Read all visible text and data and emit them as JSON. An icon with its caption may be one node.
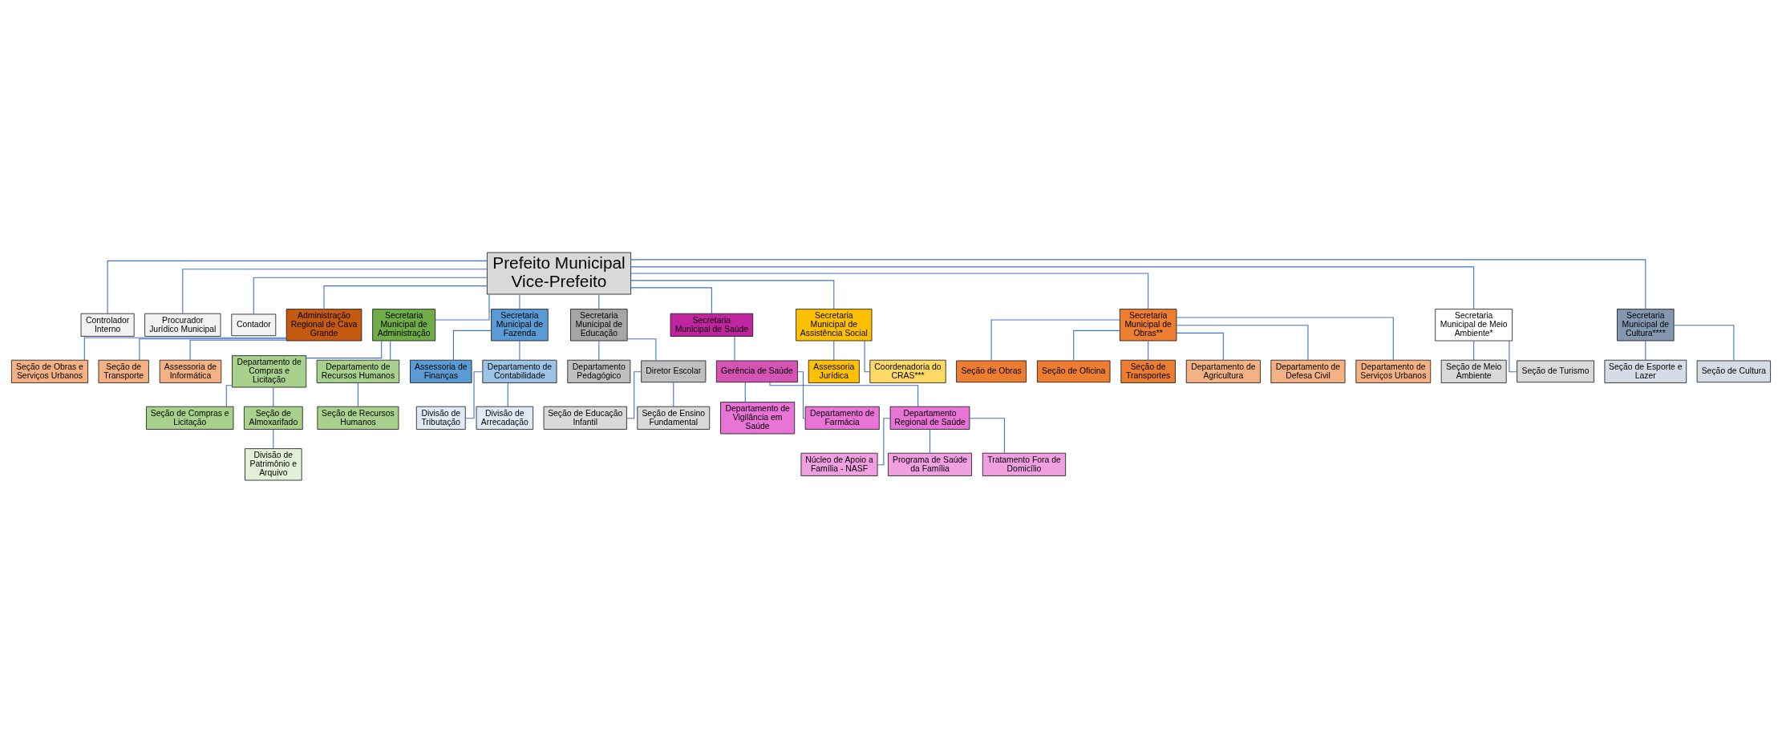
{
  "diagram": {
    "nodes": [
      {
        "text": [
          "Prefeito Municipal",
          "Vice-Prefeito"
        ]
      },
      {
        "text": [
          "Controlador Interno"
        ]
      },
      {
        "text": [
          "Procurador Jurídico Municipal"
        ]
      },
      {
        "text": [
          "Contador"
        ]
      },
      {
        "text": [
          "Administração Regional de Cava Grande"
        ]
      },
      {
        "text": [
          "Seção de Obras e Serviços Urbanos"
        ]
      },
      {
        "text": [
          "Seção de Transporte"
        ]
      },
      {
        "text": [
          "Assessoria de Informática"
        ]
      },
      {
        "text": [
          "Secretaria Municipal de Administração"
        ]
      },
      {
        "text": [
          "Secretaria Municipal de Fazenda"
        ]
      },
      {
        "text": [
          "Secretaria Municipal de Educação"
        ]
      },
      {
        "text": [
          "Secretaria Municipal de Saúde"
        ]
      },
      {
        "text": [
          "Secretaria Municipal de Assistência Social"
        ]
      },
      {
        "text": [
          "Secretaria Municipal de Obras**"
        ]
      },
      {
        "text": [
          "Secretaria Municipal de Meio Ambiente*"
        ]
      },
      {
        "text": [
          "Secretaria Municipal de Cultura****"
        ]
      },
      {
        "text": [
          "Departamento de Compras e Licitação"
        ]
      },
      {
        "text": [
          "Seção de Compras e Licitação"
        ]
      },
      {
        "text": [
          "Seção de Almoxarifado"
        ]
      },
      {
        "text": [
          "Divisão de Patrimônio e Arquivo"
        ]
      },
      {
        "text": [
          "Departamento de Recursos Humanos"
        ]
      },
      {
        "text": [
          "Seção de Recursos Humanos"
        ]
      },
      {
        "text": [
          "Assessoria de Finanças"
        ]
      },
      {
        "text": [
          "Departamento de Contabilidade"
        ]
      },
      {
        "text": [
          "Divisão de Tributação"
        ]
      },
      {
        "text": [
          "Divisão de Arrecadação"
        ]
      },
      {
        "text": [
          "Departamento Pedagógico"
        ]
      },
      {
        "text": [
          "Diretor Escolar"
        ]
      },
      {
        "text": [
          "Seção de Educação Infantil"
        ]
      },
      {
        "text": [
          "Seção de Ensino Fundamental"
        ]
      },
      {
        "text": [
          "Gerência de Saúde"
        ]
      },
      {
        "text": [
          "Departamento de Vigilância em Saúde"
        ]
      },
      {
        "text": [
          "Departamento de Farmácia"
        ]
      },
      {
        "text": [
          "Departamento Regional de Saúde"
        ]
      },
      {
        "text": [
          "Núcleo de Apoio a Família - NASF"
        ]
      },
      {
        "text": [
          "Programa de Saúde da Família"
        ]
      },
      {
        "text": [
          "Tratamento Fora de Domicílio"
        ]
      },
      {
        "text": [
          "Assessoria Jurídica"
        ]
      },
      {
        "text": [
          "Coordenadoria do CRAS***"
        ]
      },
      {
        "text": [
          "Seção de Obras"
        ]
      },
      {
        "text": [
          "Seção de Oficina"
        ]
      },
      {
        "text": [
          "Seção de Transportes"
        ]
      },
      {
        "text": [
          "Departamento de Agricultura"
        ]
      },
      {
        "text": [
          "Departamento de Defesa Civil"
        ]
      },
      {
        "text": [
          "Departamento de Serviços Urbanos"
        ]
      },
      {
        "text": [
          "Seção de Meio Ambiente"
        ]
      },
      {
        "text": [
          "Seção de Turismo"
        ]
      },
      {
        "text": [
          "Seção de Esporte e Lazer"
        ]
      },
      {
        "text": [
          "Seção de Cultura"
        ]
      }
    ],
    "edges": [
      {
        "from": 0,
        "to": 1,
        "arrow": "none"
      },
      {
        "from": 0,
        "to": 2,
        "arrow": "none"
      },
      {
        "from": 0,
        "to": 3,
        "arrow": "none"
      },
      {
        "from": 0,
        "to": 4,
        "arrow": "none"
      },
      {
        "from": 4,
        "to": 5,
        "arrow": "none"
      },
      {
        "from": 4,
        "to": 6,
        "arrow": "none"
      },
      {
        "from": 4,
        "to": 7,
        "arrow": "none"
      },
      {
        "from": 0,
        "to": 8,
        "arrow": "none"
      },
      {
        "from": 0,
        "to": 9,
        "arrow": "none"
      },
      {
        "from": 0,
        "to": 10,
        "arrow": "none"
      },
      {
        "from": 0,
        "to": 11,
        "arrow": "none"
      },
      {
        "from": 0,
        "to": 12,
        "arrow": "none"
      },
      {
        "from": 0,
        "to": 13,
        "arrow": "none"
      },
      {
        "from": 0,
        "to": 14,
        "arrow": "none"
      },
      {
        "from": 0,
        "to": 15,
        "arrow": "none"
      },
      {
        "from": 8,
        "to": 16,
        "arrow": "none"
      },
      {
        "from": 16,
        "to": 17,
        "arrow": "none"
      },
      {
        "from": 16,
        "to": 18,
        "arrow": "none"
      },
      {
        "from": 18,
        "to": 19,
        "arrow": "none"
      },
      {
        "from": 8,
        "to": 20,
        "arrow": "none"
      },
      {
        "from": 20,
        "to": 21,
        "arrow": "none"
      },
      {
        "from": 9,
        "to": 22,
        "arrow": "none"
      },
      {
        "from": 9,
        "to": 23,
        "arrow": "none"
      },
      {
        "from": 23,
        "to": 24,
        "arrow": "none"
      },
      {
        "from": 23,
        "to": 25,
        "arrow": "none"
      },
      {
        "from": 10,
        "to": 26,
        "arrow": "none"
      },
      {
        "from": 10,
        "to": 27,
        "arrow": "none"
      },
      {
        "from": 27,
        "to": 28,
        "arrow": "none"
      },
      {
        "from": 27,
        "to": 29,
        "arrow": "none"
      },
      {
        "from": 11,
        "to": 30,
        "arrow": "none"
      },
      {
        "from": 30,
        "to": 31,
        "arrow": "none"
      },
      {
        "from": 30,
        "to": 32,
        "arrow": "none"
      },
      {
        "from": 30,
        "to": 33,
        "arrow": "none"
      },
      {
        "from": 33,
        "to": 34,
        "arrow": "none"
      },
      {
        "from": 33,
        "to": 35,
        "arrow": "none"
      },
      {
        "from": 33,
        "to": 36,
        "arrow": "none"
      },
      {
        "from": 12,
        "to": 37,
        "arrow": "none"
      },
      {
        "from": 12,
        "to": 38,
        "arrow": "none"
      },
      {
        "from": 13,
        "to": 39,
        "arrow": "none"
      },
      {
        "from": 13,
        "to": 40,
        "arrow": "none"
      },
      {
        "from": 13,
        "to": 41,
        "arrow": "none"
      },
      {
        "from": 13,
        "to": 42,
        "arrow": "none"
      },
      {
        "from": 13,
        "to": 43,
        "arrow": "none"
      },
      {
        "from": 13,
        "to": 44,
        "arrow": "none"
      },
      {
        "from": 14,
        "to": 45,
        "arrow": "none"
      },
      {
        "from": 14,
        "to": 46,
        "arrow": "none"
      },
      {
        "from": 15,
        "to": 47,
        "arrow": "none"
      },
      {
        "from": 15,
        "to": 48,
        "arrow": "none"
      }
    ]
  }
}
